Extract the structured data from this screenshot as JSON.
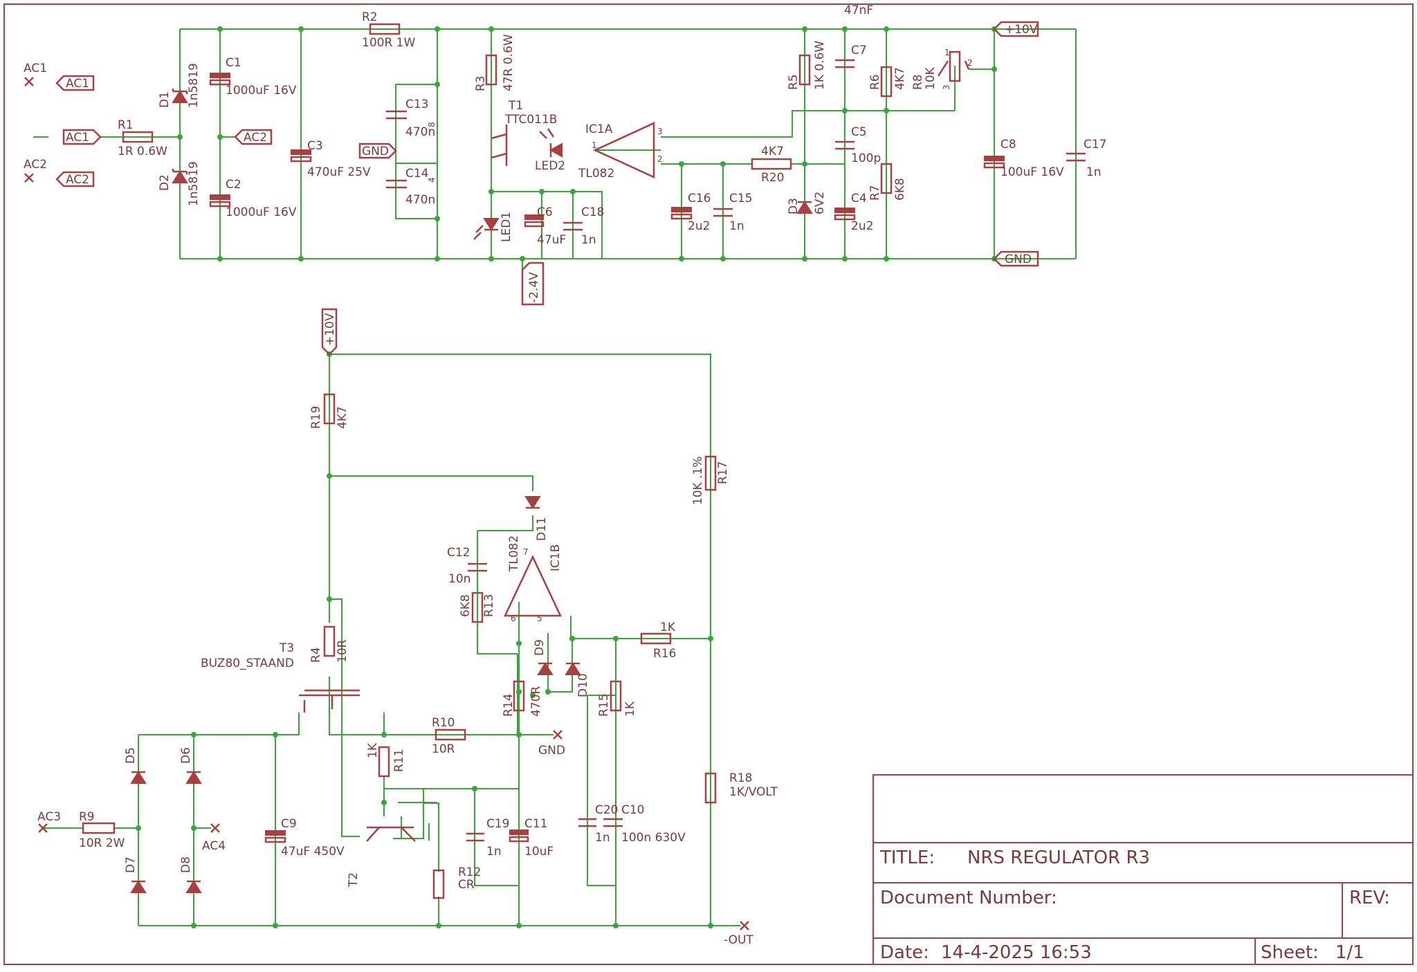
{
  "title_block": {
    "title_label": "TITLE:",
    "title": "NRS REGULATOR R3",
    "docnum_label": "Document Number:",
    "rev_label": "REV:",
    "date_label": "Date:",
    "date": "14-4-2025 16:53",
    "sheet_label": "Sheet:",
    "sheet": "1/1"
  },
  "nets": {
    "ac1": "AC1",
    "ac2": "AC2",
    "ac3": "AC3",
    "ac4": "AC4",
    "gnd": "GND",
    "p10v": "+10V",
    "m24v": "-2.4V",
    "out": "-OUT"
  },
  "parts": {
    "C1": "C1",
    "C1_val": "1000uF 16V",
    "C2": "C2",
    "C2_val": "1000uF 16V",
    "C3": "C3",
    "C3_val": "470uF 25V",
    "C4": "C4",
    "C4_val": "2u2",
    "C5": "C5",
    "C5_val": "100p",
    "C6": "C6",
    "C6_val": "47uF",
    "C7": "C7",
    "C7_val": "47nF",
    "C8": "C8",
    "C8_val": "100uF 16V",
    "C9": "C9",
    "C9_val": "47uF 450V",
    "C10": "C10",
    "C10_val": "100n 630V",
    "C11": "C11",
    "C11_val": "10uF",
    "C12": "C12",
    "C12_val": "10n",
    "C13": "C13",
    "C13_val": "470n",
    "C14": "C14",
    "C14_val": "470n",
    "C15": "C15",
    "C15_val": "1n",
    "C16": "C16",
    "C16_val": "2u2",
    "C17": "C17",
    "C17_val": "1n",
    "C18": "C18",
    "C18_val": "1n",
    "C19": "C19",
    "C19_val": "1n",
    "C20": "C20",
    "C20_val": "1n",
    "D1": "D1",
    "D1_val": "1n5819",
    "D2": "D2",
    "D2_val": "1n5819",
    "D3": "D3",
    "D3_val": "6V2",
    "D5": "D5",
    "D6": "D6",
    "D7": "D7",
    "D8": "D8",
    "D9": "D9",
    "D10": "D10",
    "D11": "D11",
    "R1": "R1",
    "R1_val": "1R 0.6W",
    "R2": "R2",
    "R2_val": "100R 1W",
    "R3": "R3",
    "R3_val": "47R 0.6W",
    "R4": "R4",
    "R4_val": "10R",
    "R5": "R5",
    "R5_val": "1K 0.6W",
    "R6": "R6",
    "R6_val": "4K7",
    "R7": "R7",
    "R7_val": "6K8",
    "R8": "R8",
    "R8_val": "10K",
    "R9": "R9",
    "R9_val": "10R 2W",
    "R10": "R10",
    "R10_val": "10R",
    "R11": "R11",
    "R11_val": "1K",
    "R12": "R12",
    "R12_val": "CR",
    "R13": "R13",
    "R13_val": "6K8",
    "R14": "R14",
    "R14_val": "470R",
    "R15": "R15",
    "R15_val": "1K",
    "R16": "R16",
    "R16_val": "1K",
    "R17": "R17",
    "R17_val": "10K .1%",
    "R18": "R18",
    "R18_val": "1K/VOLT",
    "R19": "R19",
    "R19_val": "4K7",
    "R20": "R20",
    "R20_val": "4K7",
    "T1": "T1",
    "T1_val": "TTC011B",
    "T2": "T2",
    "T3": "T3",
    "T3_val": "BUZ80_STAAND",
    "LED1": "LED1",
    "LED2": "LED2",
    "IC1A": "IC1A",
    "IC1A_val": "TL082",
    "IC1B": "IC1B",
    "IC1B_val": "TL082"
  },
  "pins": {
    "p1": "1",
    "p2": "2",
    "p3": "3",
    "p4": "4",
    "p5": "5",
    "p6": "6",
    "p7": "7",
    "p8": "8"
  },
  "colors": {
    "wire": "#3aa63a",
    "component": "#a84040",
    "frame": "#a84040",
    "background": "#ffffff"
  }
}
